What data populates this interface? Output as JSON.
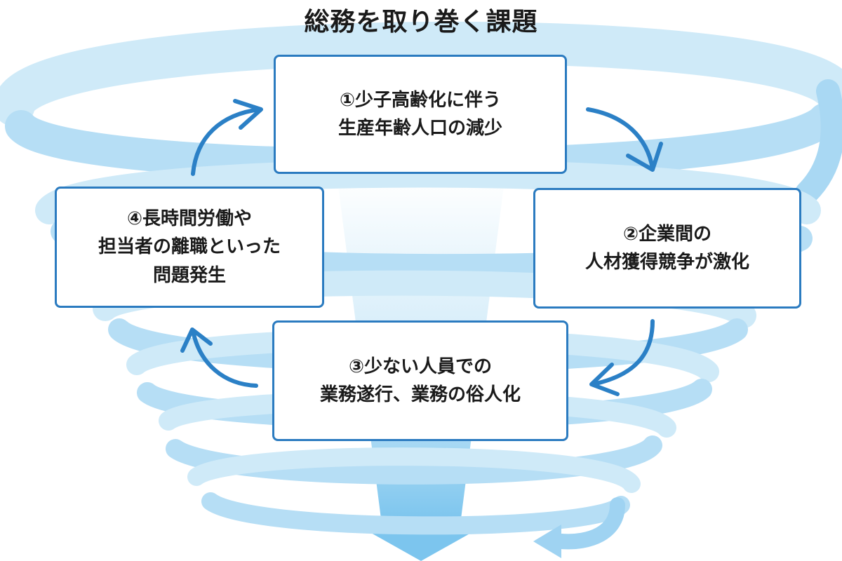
{
  "title": "総務を取り巻く課題",
  "colors": {
    "box_border": "#2b7bc0",
    "arrow": "#2b80c6",
    "swirl": "#bfe3f6",
    "swirl_dark": "#8ccdf0",
    "funnel": "#7fc7ee"
  },
  "icons": [
    "cycle-arrow-icon",
    "swirl-down-arrow-icon"
  ],
  "issues": [
    {
      "lines": [
        "①少子高齢化に伴う",
        "生産年齢人口の減少"
      ]
    },
    {
      "lines": [
        "②企業間の",
        "人材獲得競争が激化"
      ]
    },
    {
      "lines": [
        "③少ない人員での",
        "業務遂行、業務の俗人化"
      ]
    },
    {
      "lines": [
        "④長時間労働や",
        "担当者の離職といった",
        "問題発生"
      ]
    }
  ]
}
